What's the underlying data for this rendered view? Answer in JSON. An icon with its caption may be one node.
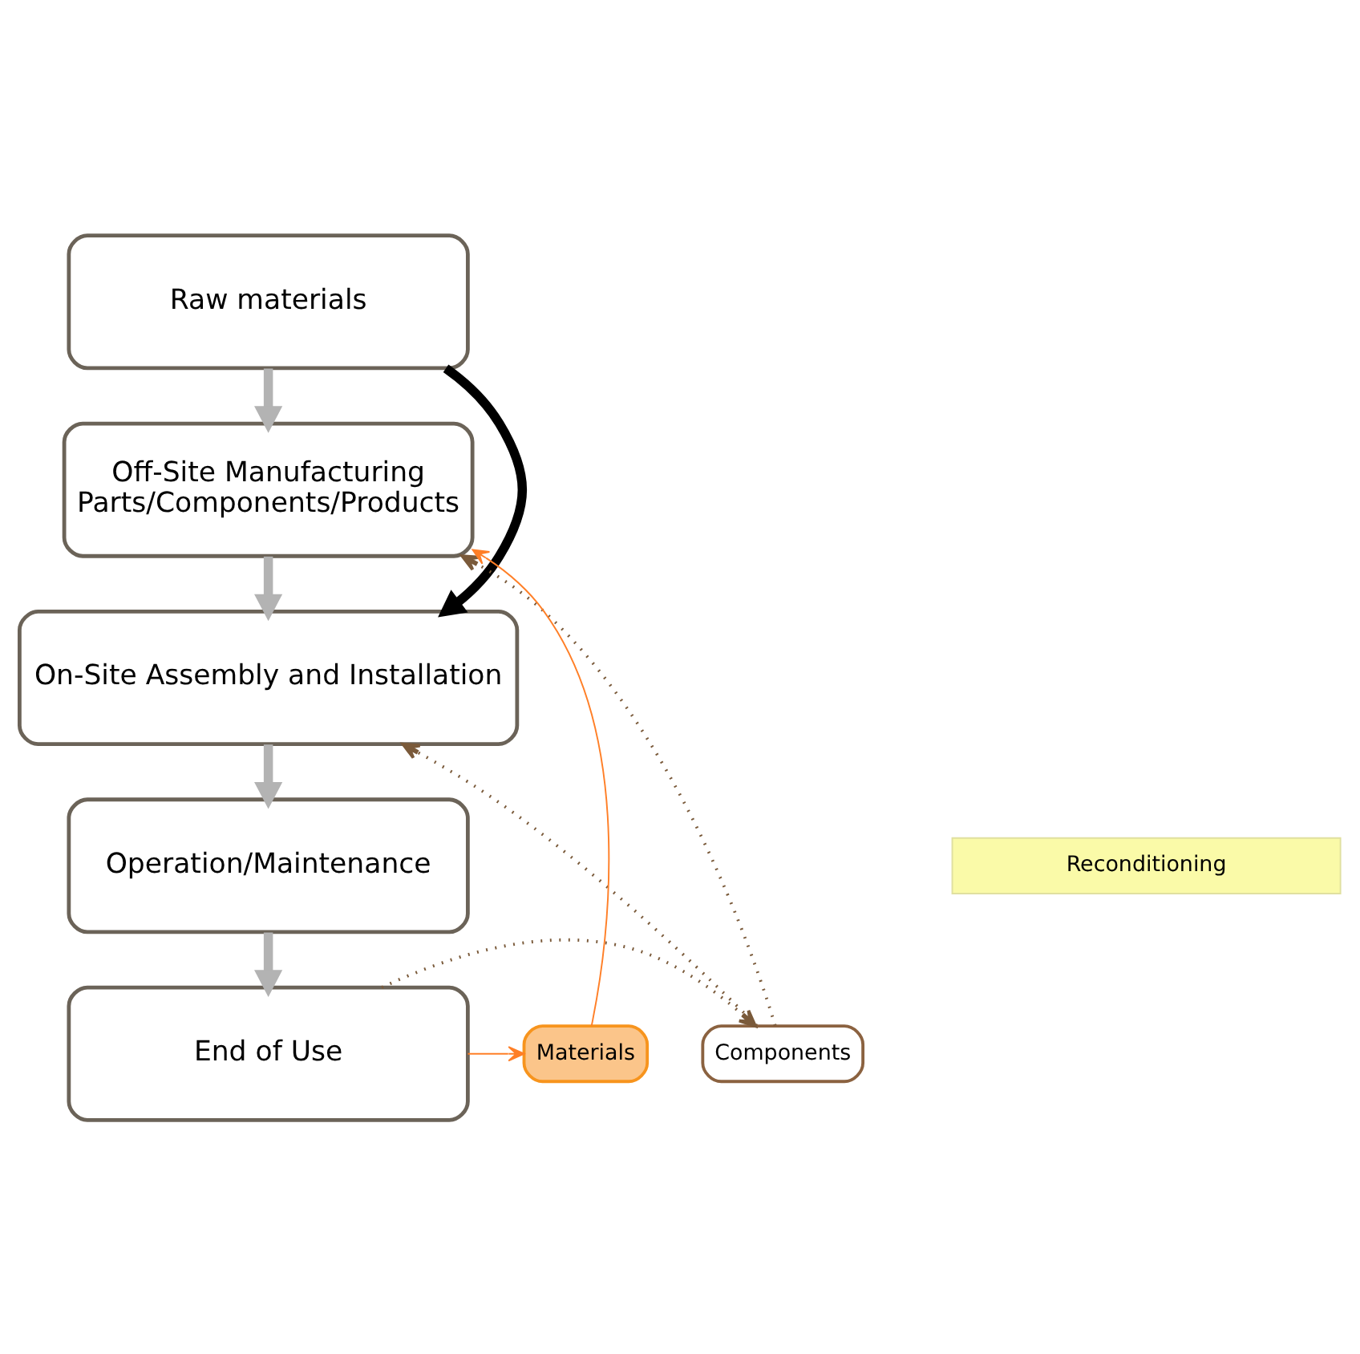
{
  "diagram": {
    "nodes": [
      {
        "text": [
          "Raw materials"
        ]
      },
      {
        "text": [
          "Off-Site Manufacturing",
          "Parts/Components/Products"
        ]
      },
      {
        "text": [
          "On-Site Assembly and Installation"
        ]
      },
      {
        "text": [
          "Operation/Maintenance"
        ]
      },
      {
        "text": [
          "End of Use"
        ]
      },
      {
        "text": [
          "Components"
        ]
      },
      {
        "text": [
          "Materials"
        ]
      },
      {
        "text": [
          "Reconditioning"
        ]
      }
    ],
    "edges": [
      {
        "from": 0,
        "to": 1,
        "arrow": "to",
        "style": "thick",
        "color": "#b3b3b3"
      },
      {
        "from": 1,
        "to": 2,
        "arrow": "to",
        "style": "thick",
        "color": "#b3b3b3"
      },
      {
        "from": 2,
        "to": 3,
        "arrow": "to",
        "style": "thick",
        "color": "#b3b3b3"
      },
      {
        "from": 3,
        "to": 4,
        "arrow": "to",
        "style": "thick",
        "color": "#b3b3b3"
      },
      {
        "from": 0,
        "to": 2,
        "arrow": "to",
        "style": "thick",
        "color": "#000000"
      },
      {
        "from": 4,
        "to": 5,
        "arrow": "to",
        "style": "dashed",
        "color": "#7a5a3a"
      },
      {
        "from": 5,
        "to": 1,
        "arrow": "to",
        "style": "dashed",
        "color": "#7a5a3a"
      },
      {
        "from": 5,
        "to": 2,
        "arrow": "to",
        "style": "dashed",
        "color": "#7a5a3a"
      },
      {
        "from": 4,
        "to": 6,
        "arrow": "to",
        "color": "#ff7f27"
      },
      {
        "from": 6,
        "to": 1,
        "arrow": "to",
        "color": "#ff7f27"
      }
    ]
  }
}
